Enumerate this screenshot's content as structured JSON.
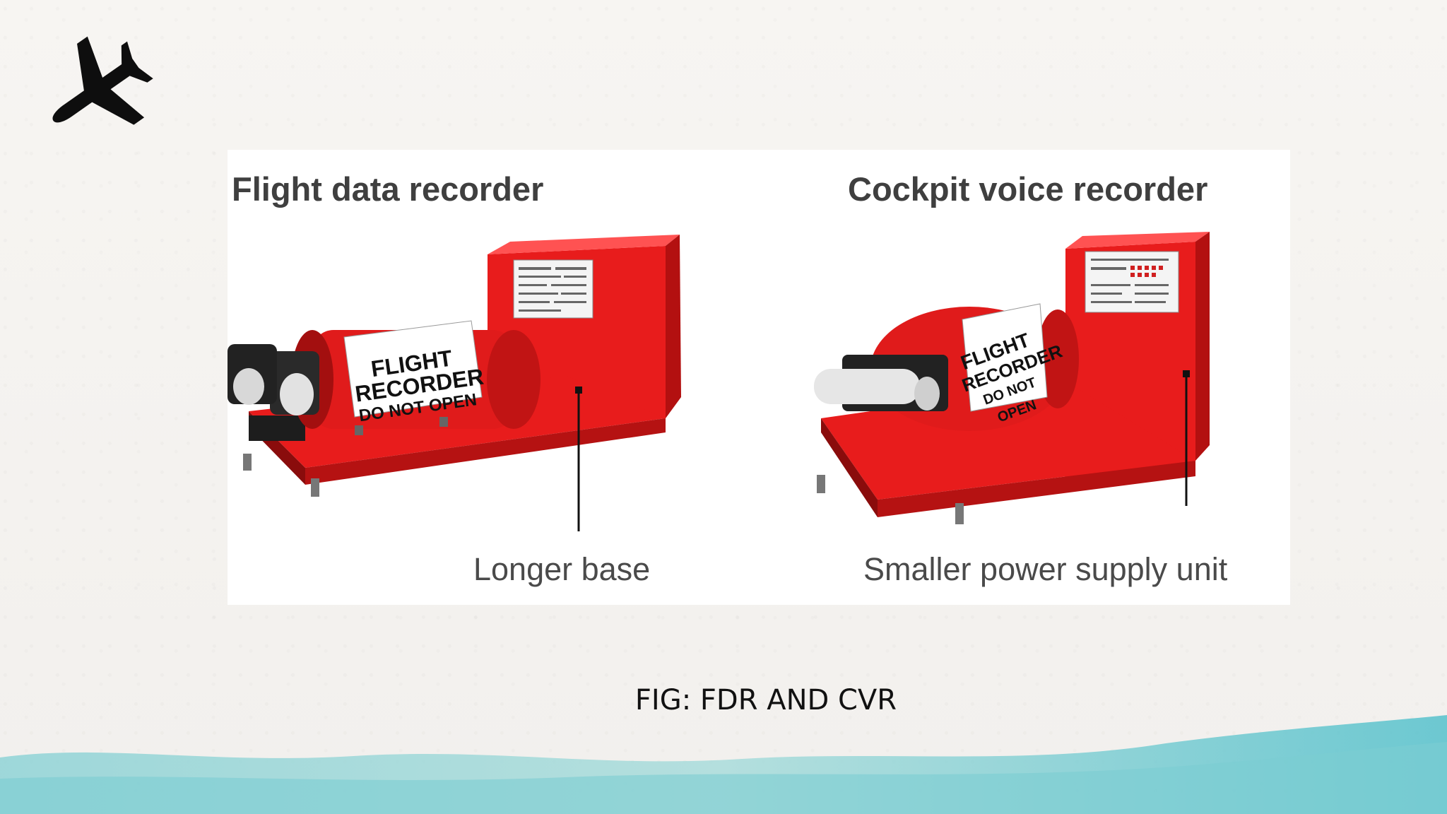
{
  "figure": {
    "fdr_title": "Flight data recorder",
    "cvr_title": "Cockpit voice recorder",
    "fdr_callout": "Longer base",
    "cvr_callout": "Smaller power supply unit",
    "fdr_drum_label": [
      "FLIGHT",
      "RECORDER",
      "DO NOT OPEN"
    ],
    "cvr_drum_label": [
      "FLIGHT",
      "RECORDER",
      "DO NOT OPEN"
    ]
  },
  "caption": "FIG: FDR AND CVR",
  "icons": {
    "logo": "airplane-icon"
  },
  "colors": {
    "recorder_red": "#e01b1b",
    "water": "#6fcad3",
    "paper": "#f4f2ef"
  }
}
